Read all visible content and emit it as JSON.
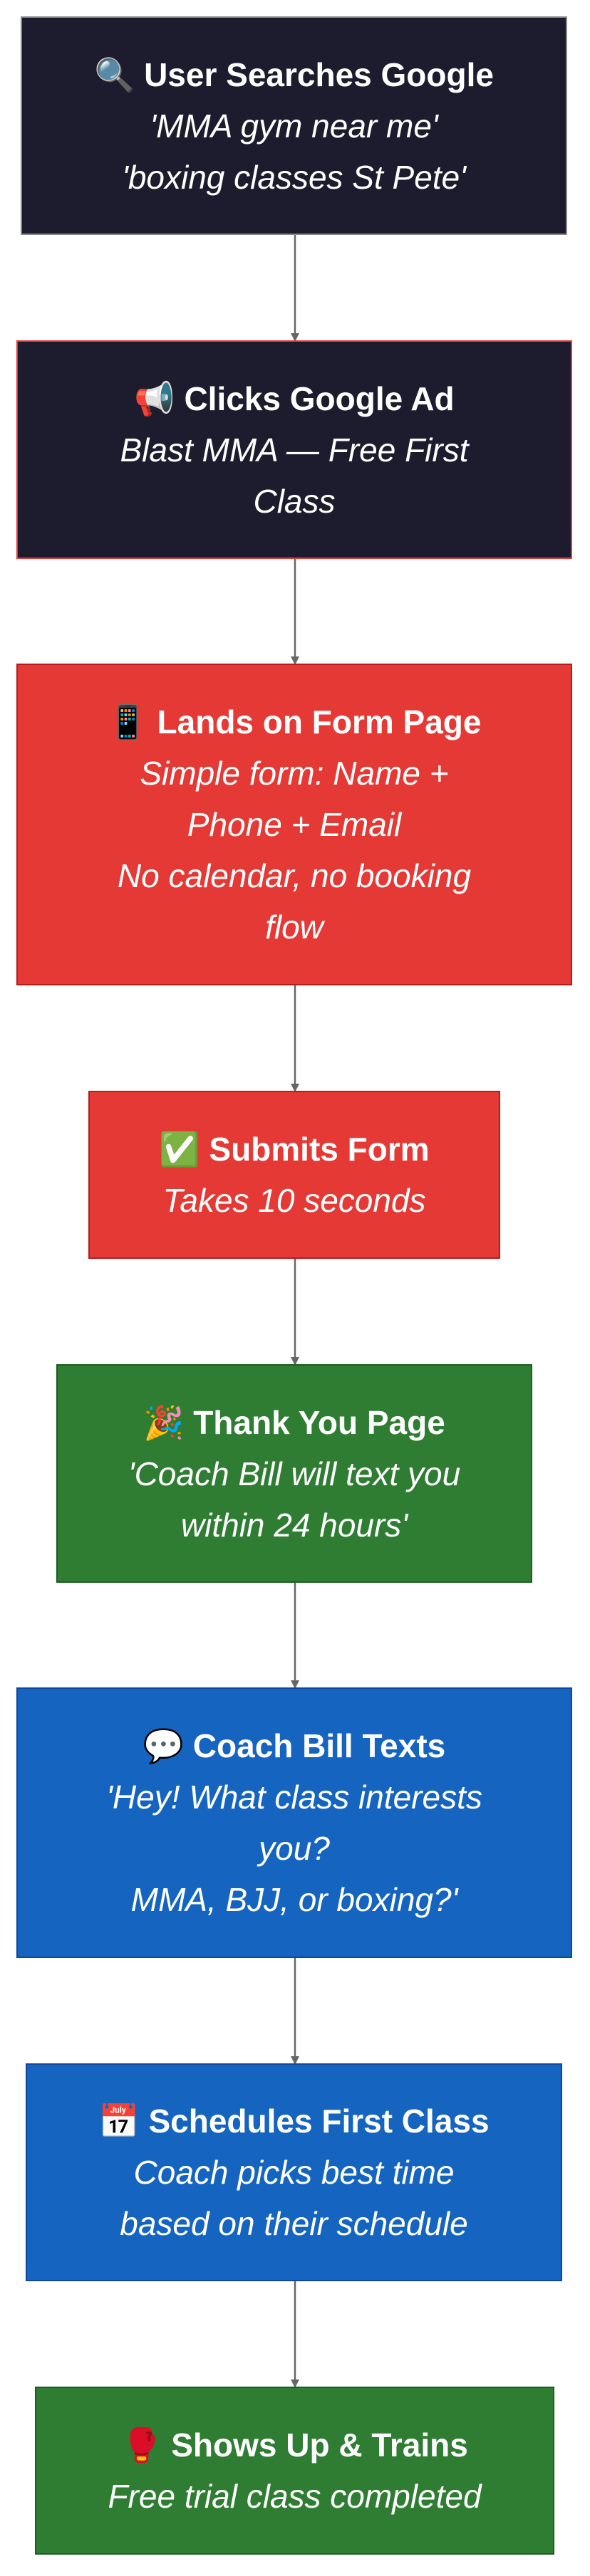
{
  "colors": {
    "dark": "#1c1c2e",
    "red": "#e53935",
    "green": "#2e7d32",
    "blue": "#1565c0",
    "connector": "#666666"
  },
  "nodes": [
    {
      "icon": "magnifying-glass-icon",
      "title": "🔍 User Searches Google",
      "lines": [
        "'MMA gym near me'",
        "'boxing classes St Pete'"
      ]
    },
    {
      "icon": "megaphone-icon",
      "title": "📢 Clicks Google Ad",
      "lines": [
        "Blast MMA — Free First",
        "Class"
      ]
    },
    {
      "icon": "mobile-phone-icon",
      "title": "📱 Lands on Form Page",
      "lines": [
        "Simple form: Name +",
        "Phone + Email",
        "No calendar, no booking",
        "flow"
      ]
    },
    {
      "icon": "check-mark-icon",
      "title": "✅ Submits Form",
      "lines": [
        "Takes 10 seconds"
      ]
    },
    {
      "icon": "party-popper-icon",
      "title": "🎉 Thank You Page",
      "lines": [
        "'Coach Bill will text you",
        "within 24 hours'"
      ]
    },
    {
      "icon": "speech-bubble-icon",
      "title": "💬 Coach Bill Texts",
      "lines": [
        "'Hey! What class interests",
        "you?",
        "MMA, BJJ, or boxing?'"
      ]
    },
    {
      "icon": "calendar-icon",
      "title": "📅 Schedules First Class",
      "lines": [
        "Coach picks best time",
        "based on their schedule"
      ]
    },
    {
      "icon": "boxing-glove-icon",
      "title": "🥊 Shows Up & Trains",
      "lines": [
        "Free trial class completed"
      ]
    }
  ]
}
